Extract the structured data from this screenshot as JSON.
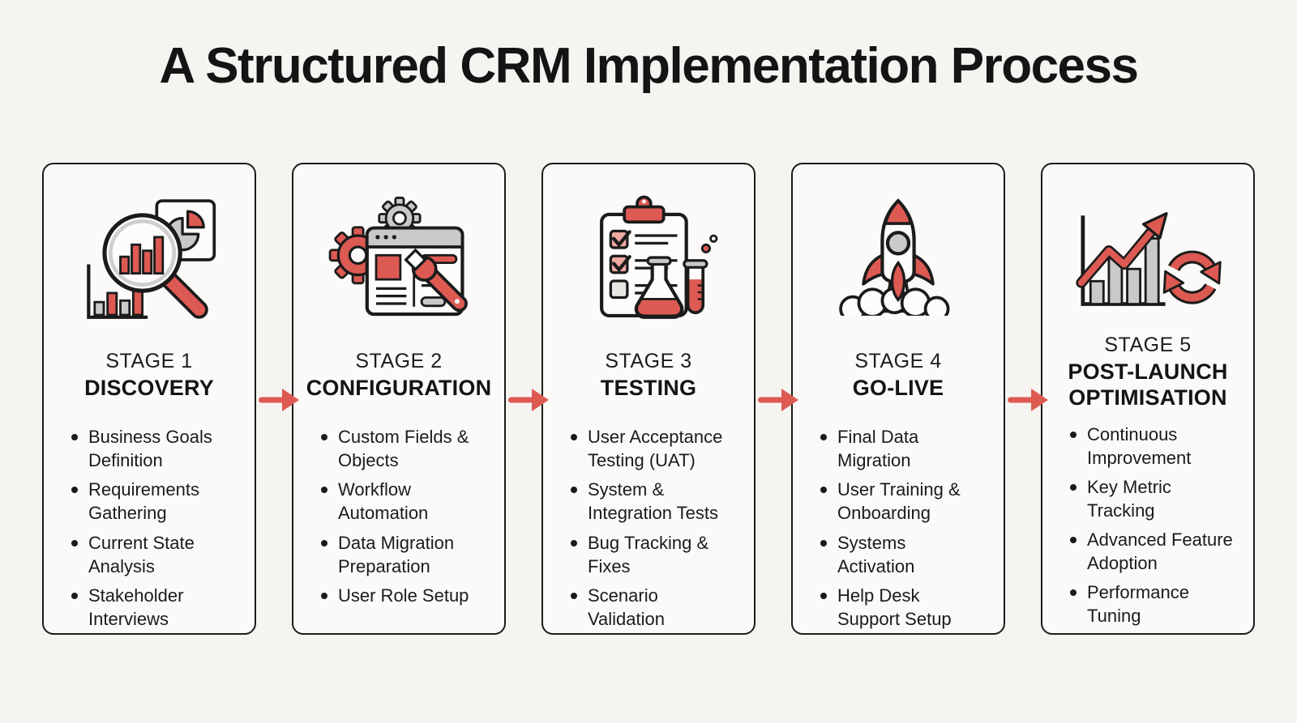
{
  "page": {
    "title": "A Structured CRM Implementation Process"
  },
  "colors": {
    "background": "#f6f4f1",
    "card_background": "#fbfaf8",
    "card_border": "#1c1c1c",
    "accent_red": "#dd5a52",
    "light_red": "#eda9a2",
    "gray": "#c9c9c9",
    "text": "#1b1b1b"
  },
  "flow_arrows": {
    "icon": "right-arrow-icon",
    "count": 4,
    "color": "#dd5a52"
  },
  "stages": [
    {
      "label": "STAGE 1",
      "title": "DISCOVERY",
      "icon": "magnifier-bar-chart-icon",
      "bullets": [
        "Business Goals Definition",
        "Requirements Gathering",
        "Current State Analysis",
        "Stakeholder Interviews"
      ]
    },
    {
      "label": "STAGE 2",
      "title": "CONFIGURATION",
      "icon": "gears-browser-wrench-icon",
      "bullets": [
        "Custom Fields & Objects",
        "Workflow Automation",
        "Data Migration Preparation",
        "User Role Setup"
      ]
    },
    {
      "label": "STAGE 3",
      "title": "TESTING",
      "icon": "checklist-flask-icon",
      "bullets": [
        "User Acceptance Testing (UAT)",
        "System & Integration Tests",
        "Bug Tracking & Fixes",
        "Scenario Validation"
      ]
    },
    {
      "label": "STAGE 4",
      "title": "GO-LIVE",
      "icon": "rocket-launch-icon",
      "bullets": [
        "Final Data Migration",
        "User Training & Onboarding",
        "Systems Activation",
        "Help Desk Support Setup"
      ]
    },
    {
      "label": "STAGE 5",
      "title": "POST-LAUNCH OPTIMISATION",
      "icon": "growth-chart-refresh-icon",
      "bullets": [
        "Continuous Improvement",
        "Key Metric Tracking",
        "Advanced Feature Adoption",
        "Performance Tuning"
      ]
    }
  ]
}
